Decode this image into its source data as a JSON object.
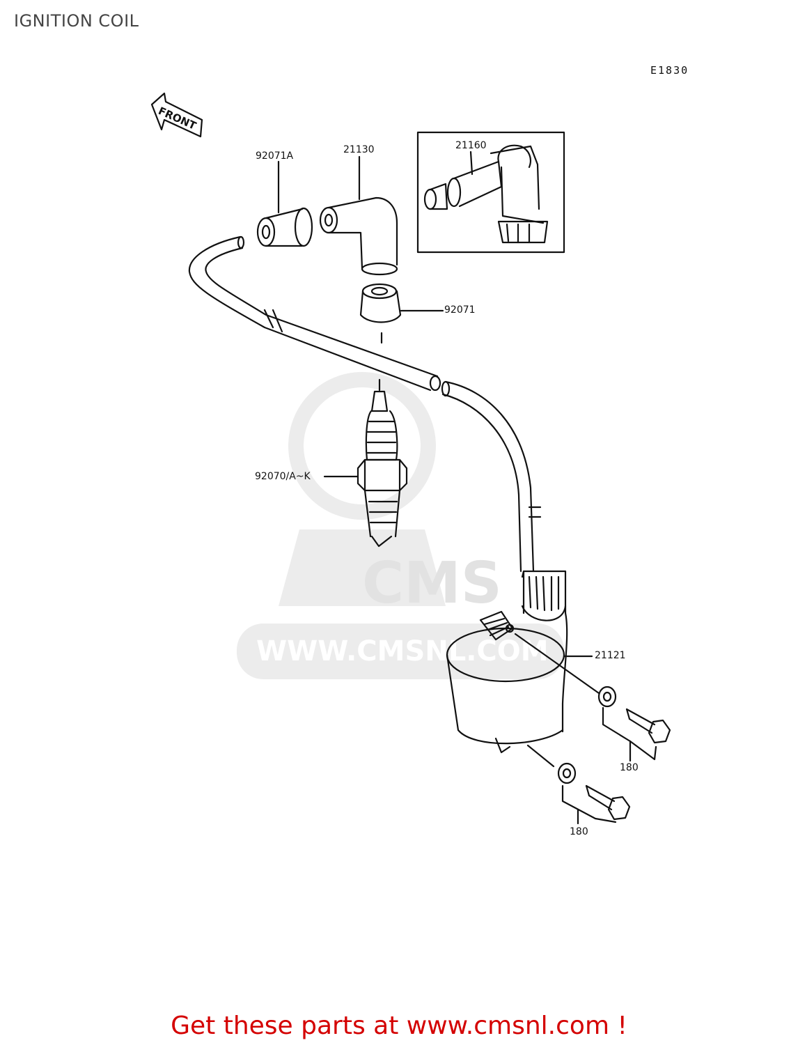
{
  "title": "IGNITION COIL",
  "diagram_code": "E1830",
  "front_arrow_label": "FRONT",
  "watermark": {
    "logo_text": "CMS",
    "url_text": "WWW.CMSNL.COM"
  },
  "labels": {
    "cap_outer": "92071A",
    "plug_cap": "21130",
    "plug_cap_alt": "21160",
    "cap_inner": "92071",
    "spark_plug": "92070/A~K",
    "coil": "21121",
    "bolt_upper": "180",
    "bolt_lower": "180"
  },
  "promo_text": "Get these parts at www.cmsnl.com !",
  "colors": {
    "line": "#111111",
    "promo": "#d40000",
    "watermark": "#e6e6e6"
  }
}
